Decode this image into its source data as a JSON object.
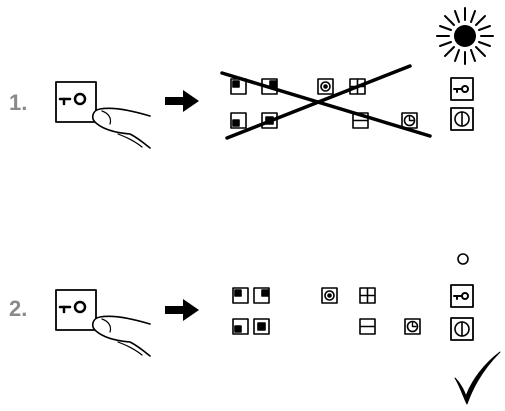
{
  "steps": [
    {
      "number": "1.",
      "keypad_state": "locked",
      "indicator": "flashing-sun-icon"
    },
    {
      "number": "2.",
      "keypad_state": "unlocked",
      "indicator": "circle-icon",
      "result": "checkmark-icon"
    }
  ],
  "icons": {
    "action_key": "key-lock-icon",
    "arrow": "arrow-right-icon",
    "finger": "pressing-finger-icon",
    "cross": "cross-out-icon",
    "buttons": [
      "split-top-left-icon",
      "split-top-right-icon",
      "split-bottom-left-icon",
      "square-center-icon",
      "fan-icon",
      "plus-icon",
      "minus-icon",
      "clock-icon",
      "key-lock-icon",
      "power-icon"
    ]
  },
  "colors": {
    "ink": "#000000",
    "numbers": "#8a8a8a",
    "background": "#ffffff"
  }
}
